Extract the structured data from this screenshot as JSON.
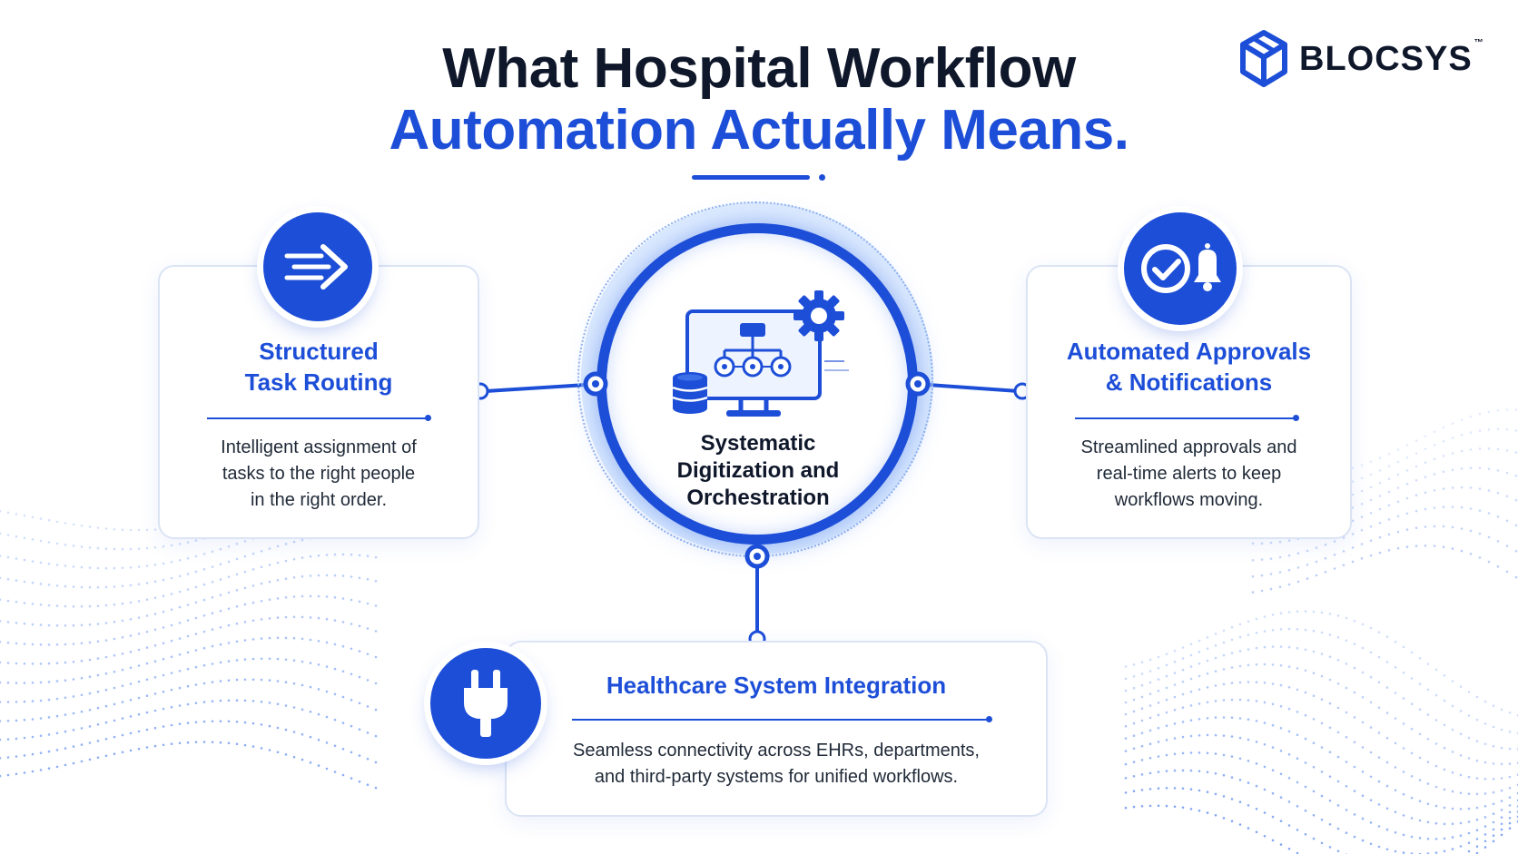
{
  "title": {
    "line1": "What Hospital Workflow",
    "line2": "Automation Actually Means."
  },
  "brand": {
    "name": "BLOCSYS",
    "trademark": "™"
  },
  "center": {
    "icon": "monitor-flowchart-gear-database-icon",
    "label_lines": [
      "Systematic",
      "Digitization and",
      "Orchestration"
    ]
  },
  "cards": {
    "routing": {
      "icon": "fast-arrow-icon",
      "title_lines": [
        "Structured",
        "Task Routing"
      ],
      "desc_lines": [
        "Intelligent assignment of",
        "tasks to the right people",
        "in the right order."
      ]
    },
    "approvals": {
      "icon": "check-bell-icon",
      "title_lines": [
        "Automated Approvals",
        "& Notifications"
      ],
      "desc_lines": [
        "Streamlined approvals and",
        "real-time alerts to keep",
        "workflows moving."
      ]
    },
    "integration": {
      "icon": "plug-icon",
      "title_lines": [
        "Healthcare System Integration"
      ],
      "desc_lines": [
        "Seamless connectivity across EHRs, departments,",
        "and third-party systems for unified workflows."
      ]
    }
  },
  "colors": {
    "accent": "#1d4ed8",
    "heading": "#0f172a",
    "card_border": "#dbe4f5"
  }
}
